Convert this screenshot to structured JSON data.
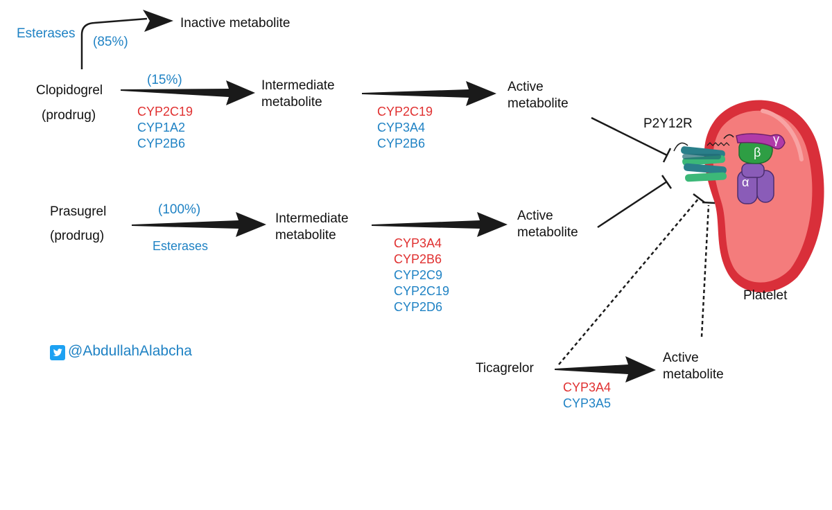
{
  "colors": {
    "text": "#111111",
    "enzyme_blue": "#1f82c4",
    "enzyme_red": "#e03030",
    "arrow": "#1a1a1a",
    "platelet_outer": "#d92f3a",
    "platelet_inner": "#f47c7c",
    "receptor_teal": "#2a7f8a",
    "receptor_green": "#3cb878",
    "g_alpha": "#8a5cb8",
    "g_beta": "#2e9e44",
    "g_gamma": "#b03aa8",
    "twitter": "#1da1f2"
  },
  "icons": {
    "twitter": "twitter-bird-icon"
  },
  "clopidogrel": {
    "name": "Clopidogrel",
    "prodrug": "(prodrug)",
    "esterases": "Esterases",
    "pct_inactive": "(85%)",
    "inactive": "Inactive metabolite",
    "pct_active": "(15%)",
    "enzymes_step1": [
      "CYP2C19",
      "CYP1A2",
      "CYP2B6"
    ],
    "intermediate_1": "Intermediate",
    "intermediate_2": "metabolite",
    "enzymes_step2": [
      "CYP2C19",
      "CYP3A4",
      "CYP2B6"
    ],
    "active_1": "Active",
    "active_2": "metabolite"
  },
  "prasugrel": {
    "name": "Prasugrel",
    "prodrug": "(prodrug)",
    "pct": "(100%)",
    "esterases": "Esterases",
    "intermediate_1": "Intermediate",
    "intermediate_2": "metabolite",
    "enzymes_step2": [
      "CYP3A4",
      "CYP2B6",
      "CYP2C9",
      "CYP2C19",
      "CYP2D6"
    ],
    "active_1": "Active",
    "active_2": "metabolite"
  },
  "ticagrelor": {
    "name": "Ticagrelor",
    "enzymes": [
      "CYP3A4",
      "CYP3A5"
    ],
    "active_1": "Active",
    "active_2": "metabolite"
  },
  "receptor": {
    "label": "P2Y12R",
    "platelet": "Platelet",
    "alpha": "α",
    "beta": "β",
    "gamma": "γ"
  },
  "credit": {
    "handle": "@AbdullahAlabcha"
  }
}
